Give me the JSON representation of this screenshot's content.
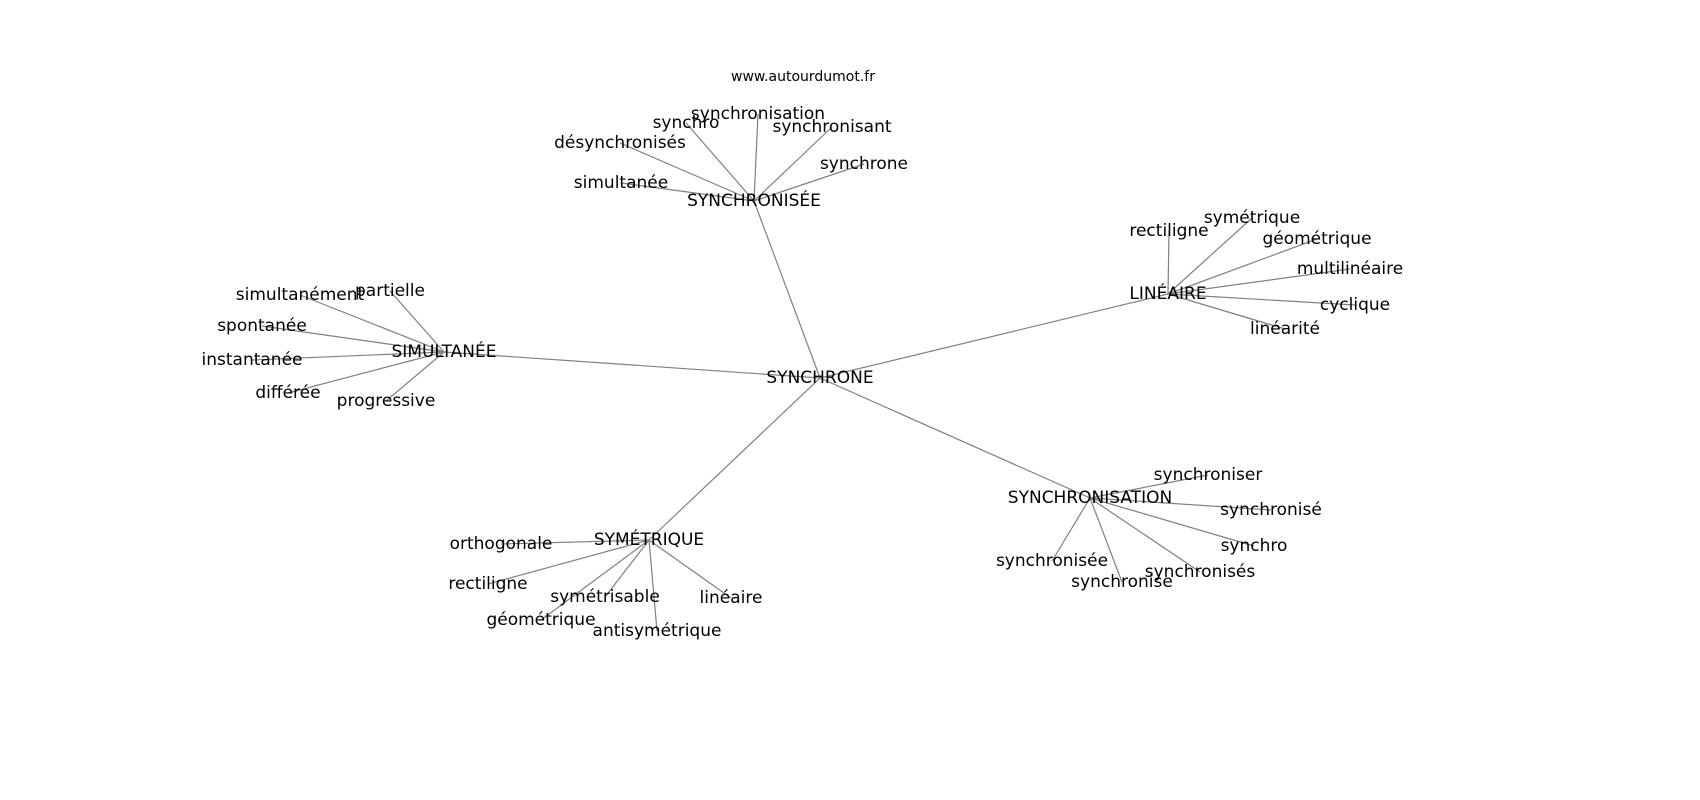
{
  "watermark": "www.autourdumot.fr",
  "colors": {
    "edge": "#808080",
    "text": "#000000",
    "background": "#ffffff"
  },
  "center": "SYNCHRONE",
  "hubs": [
    {
      "label": "SYNCHRONISÉE",
      "leaves": [
        "synchronisation",
        "synchro",
        "synchronisant",
        "désynchronisés",
        "synchrone",
        "simultanée"
      ]
    },
    {
      "label": "LINÉAIRE",
      "leaves": [
        "rectiligne",
        "symétrique",
        "géométrique",
        "multilinéaire",
        "cyclique",
        "linéarité"
      ]
    },
    {
      "label": "SIMULTANÉE",
      "leaves": [
        "simultanément",
        "partielle",
        "spontanée",
        "instantanée",
        "différée",
        "progressive"
      ]
    },
    {
      "label": "SYMÉTRIQUE",
      "leaves": [
        "orthogonale",
        "rectiligne",
        "symétrisable",
        "géométrique",
        "antisymétrique",
        "linéaire"
      ]
    },
    {
      "label": "SYNCHRONISATION",
      "leaves": [
        "synchroniser",
        "synchronisé",
        "synchro",
        "synchronisée",
        "synchronise",
        "synchronisés"
      ]
    }
  ]
}
